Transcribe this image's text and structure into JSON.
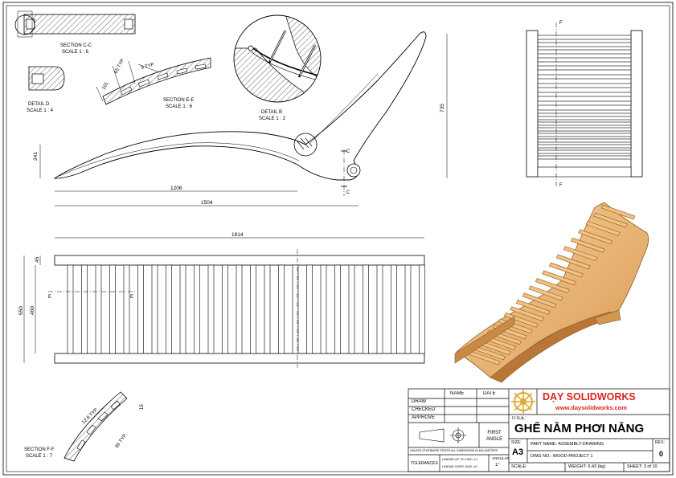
{
  "labels": {
    "section_cc": "SECTION C-C",
    "scale_cc": "SCALE 1 : 6",
    "detail_d": "DETAIL D",
    "scale_d": "SCALE 1 : 4",
    "section_ee": "SECTION E-E",
    "scale_ee": "SCALE 1 : 6",
    "detail_b": "DETAIL B",
    "scale_b": "SCALE 1 : 2",
    "section_ff": "SECTION F-F",
    "scale_ff": "SCALE 1 : 7",
    "c_top": "C",
    "c_bottom": "C",
    "f_top": "F",
    "f_bottom": "F",
    "e_left": "E",
    "e_right": "E"
  },
  "dimensions": {
    "d_65typ": "65 TYP",
    "d_9typ": "9 TYP",
    "d_101": "101",
    "d_241": "241",
    "d_735": "735",
    "d_1206": "1206",
    "d_1504": "1504",
    "d_1814": "1814",
    "d_45": "45",
    "d_460": "460",
    "d_550": "550",
    "d_126typ": "12.6 TYP",
    "d_65typ_f": "65 TYP",
    "d_15": "15"
  },
  "title_block": {
    "col_name": "NAME",
    "col_date": "DATE",
    "row_draw": "DRAW",
    "row_checked": "CHECKED",
    "row_approve": "APPROVE",
    "projection": "FIRST ANGLE",
    "note": "UNLESS OTHERWISE STATED ALL DIMENSIONS IN MILLIMETERS",
    "tolerances": "TOLERANCES",
    "tol_linear_1": "LINEAR UP TO 1000: ±1",
    "tol_linear_2": "LINEAR OVER 1000: ±2",
    "angular_label": "ANGULAR",
    "angular_value": "1°",
    "company": "DẠY SOLIDWORKS",
    "website": "www.daysolidworks.com",
    "title_label": "TITLE:",
    "title": "GHẾ NẰM PHƠI NẮNG",
    "size_label": "SIZE:",
    "size": "A3",
    "part_name": "PART NAME: ASSEMBLY-DRAWING",
    "dwg_no": "DWG NO.: WOOD-PROJECT 1",
    "rev_label": "REV.:",
    "rev": "0",
    "scale_label": "SCALE:",
    "weight": "WEIGHT: 6.43 (kg)",
    "sheet": "SHEET: 3 of 10"
  },
  "colors": {
    "line": "#000000",
    "wood_light": "#f6c98a",
    "wood_mid": "#e2a35c",
    "wood_dark": "#b97636",
    "brand_red": "#d9261c",
    "logo_gold": "#e0a82e"
  }
}
